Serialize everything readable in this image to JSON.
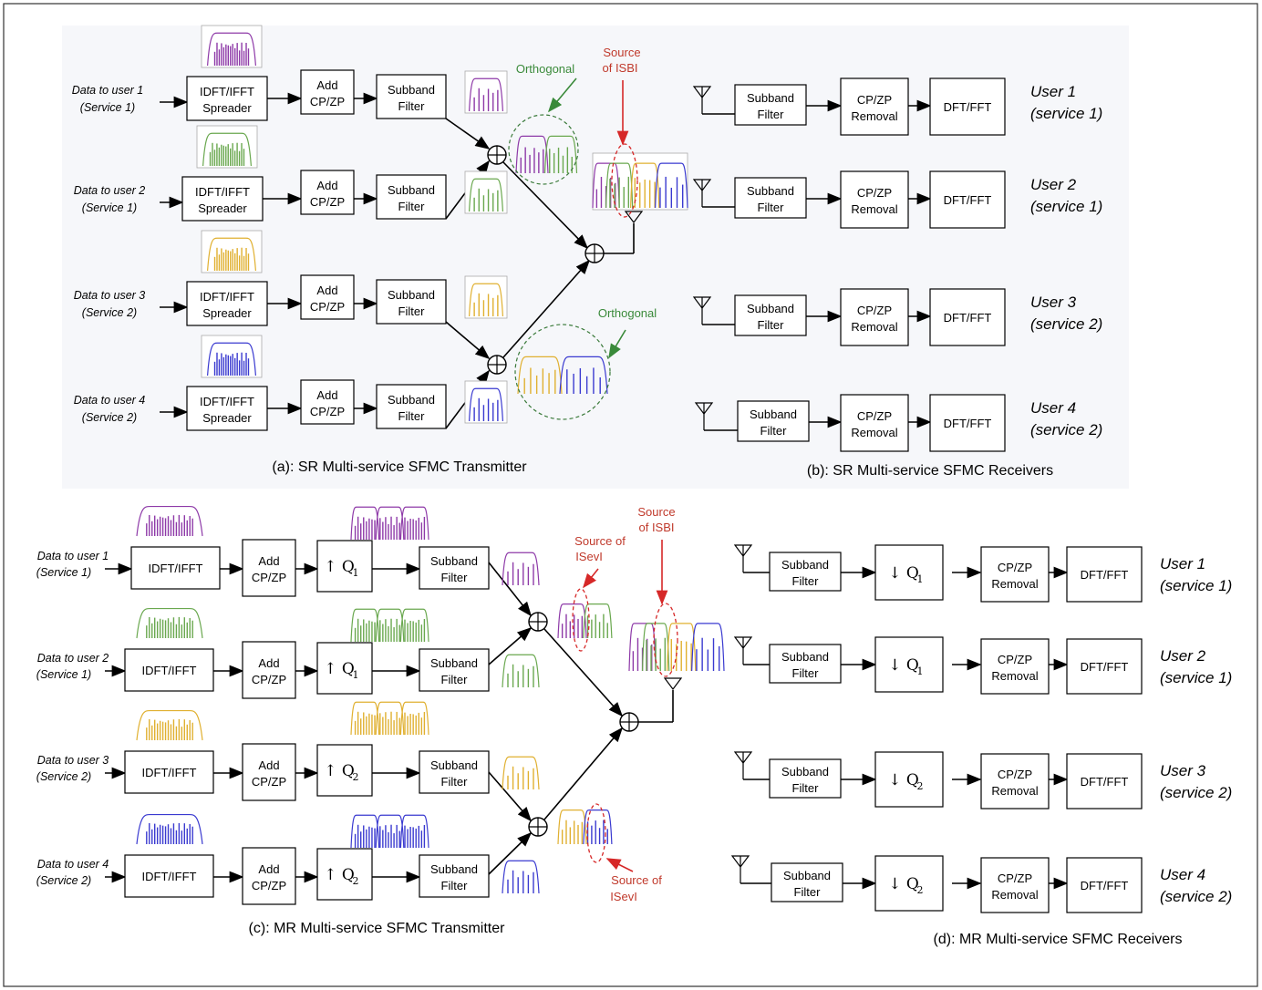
{
  "panels": {
    "a": {
      "caption": "(a): SR Multi-service SFMC Transmitter",
      "inputs": [
        {
          "line1": "Data to user 1",
          "line2": "(Service 1)"
        },
        {
          "line1": "Data to user 2",
          "line2": "(Service 1)"
        },
        {
          "line1": "Data to user 3",
          "line2": "(Service 2)"
        },
        {
          "line1": "Data to user 4",
          "line2": "(Service 2)"
        }
      ],
      "spreader": [
        "IDFT/IFFT",
        "Spreader"
      ],
      "addcp": [
        "Add",
        "CP/ZP"
      ],
      "subband": [
        "Subband",
        "Filter"
      ],
      "orthogonal": "Orthogonal",
      "source_isbi": [
        "Source",
        "of ISBI"
      ]
    },
    "b": {
      "caption": "(b): SR Multi-service SFMC Receivers",
      "subband": [
        "Subband",
        "Filter"
      ],
      "removal": [
        "CP/ZP",
        "Removal"
      ],
      "dft": "DFT/FFT",
      "users": [
        {
          "line1": "User 1",
          "line2": "(service 1)"
        },
        {
          "line1": "User 2",
          "line2": "(service 1)"
        },
        {
          "line1": "User 3",
          "line2": "(service 2)"
        },
        {
          "line1": "User 4",
          "line2": "(service 2)"
        }
      ]
    },
    "c": {
      "caption": "(c): MR Multi-service SFMC Transmitter",
      "inputs": [
        {
          "line1": "Data to user 1",
          "line2": "(Service 1)"
        },
        {
          "line1": "Data to user 2",
          "line2": "(Service 1)"
        },
        {
          "line1": "Data to user 3",
          "line2": "(Service 2)"
        },
        {
          "line1": "Data to user 4",
          "line2": "(Service 2)"
        }
      ],
      "idft": "IDFT/IFFT",
      "addcp": [
        "Add",
        "CP/ZP"
      ],
      "up": [
        "↑ Q",
        "1",
        "↑ Q",
        "1",
        "↑ Q",
        "2",
        "↑ Q",
        "2"
      ],
      "subband": [
        "Subband",
        "Filter"
      ],
      "source_isevi_top": [
        "Source of",
        "ISevI"
      ],
      "source_isbi": [
        "Source",
        "of ISBI"
      ],
      "source_isevi_bottom": [
        "Source of",
        "ISevI"
      ]
    },
    "d": {
      "caption": "(d): MR Multi-service SFMC Receivers",
      "subband": [
        "Subband",
        "Filter"
      ],
      "down": [
        "↓ Q",
        "1",
        "↓ Q",
        "1",
        "↓ Q",
        "2",
        "↓ Q",
        "2"
      ],
      "removal": [
        "CP/ZP",
        "Removal"
      ],
      "dft": "DFT/FFT",
      "users": [
        {
          "line1": "User 1",
          "line2": "(service 1)"
        },
        {
          "line1": "User 2",
          "line2": "(service 1)"
        },
        {
          "line1": "User 3",
          "line2": "(service 2)"
        },
        {
          "line1": "User 4",
          "line2": "(service 2)"
        }
      ]
    }
  },
  "colors": {
    "purple": "#8e3aa8",
    "green": "#6aa84f",
    "yellow": "#e0b030",
    "blue": "#3a3ad0",
    "red": "#d62828",
    "dark_green": "#3a8a3a",
    "panel_bg": "#f7f8fb"
  }
}
